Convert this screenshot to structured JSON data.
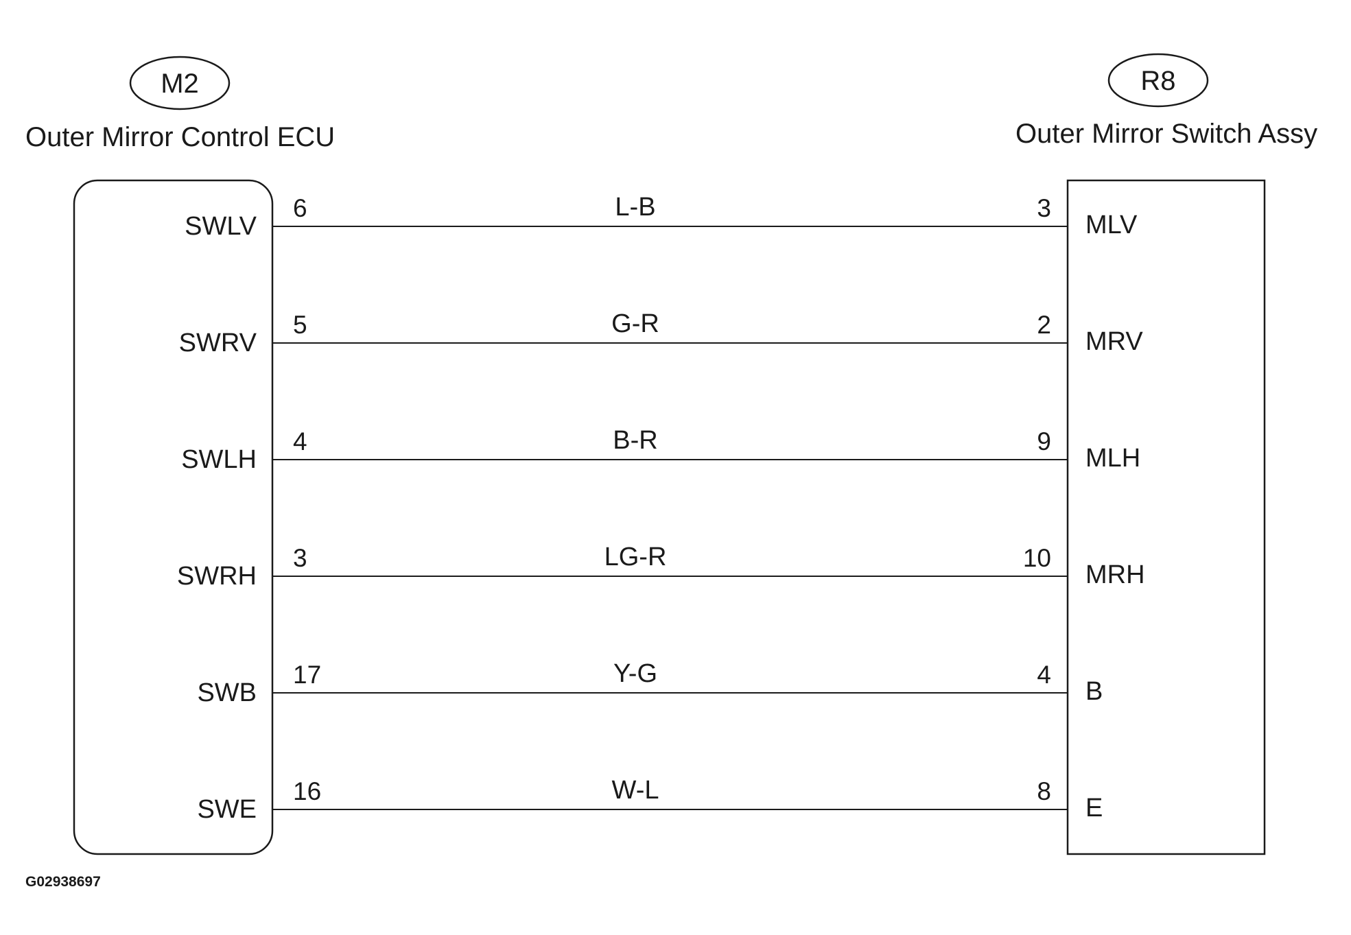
{
  "left_component": {
    "connector_id": "M2",
    "name": "Outer Mirror Control ECU"
  },
  "right_component": {
    "connector_id": "R8",
    "name": "Outer Mirror Switch Assy"
  },
  "wires": [
    {
      "left_signal": "SWLV",
      "left_pin": "6",
      "color": "L-B",
      "right_pin": "3",
      "right_signal": "MLV"
    },
    {
      "left_signal": "SWRV",
      "left_pin": "5",
      "color": "G-R",
      "right_pin": "2",
      "right_signal": "MRV"
    },
    {
      "left_signal": "SWLH",
      "left_pin": "4",
      "color": "B-R",
      "right_pin": "9",
      "right_signal": "MLH"
    },
    {
      "left_signal": "SWRH",
      "left_pin": "3",
      "color": "LG-R",
      "right_pin": "10",
      "right_signal": "MRH"
    },
    {
      "left_signal": "SWB",
      "left_pin": "17",
      "color": "Y-G",
      "right_pin": "4",
      "right_signal": "B"
    },
    {
      "left_signal": "SWE",
      "left_pin": "16",
      "color": "W-L",
      "right_pin": "8",
      "right_signal": "E"
    }
  ],
  "figure_id": "G02938697"
}
